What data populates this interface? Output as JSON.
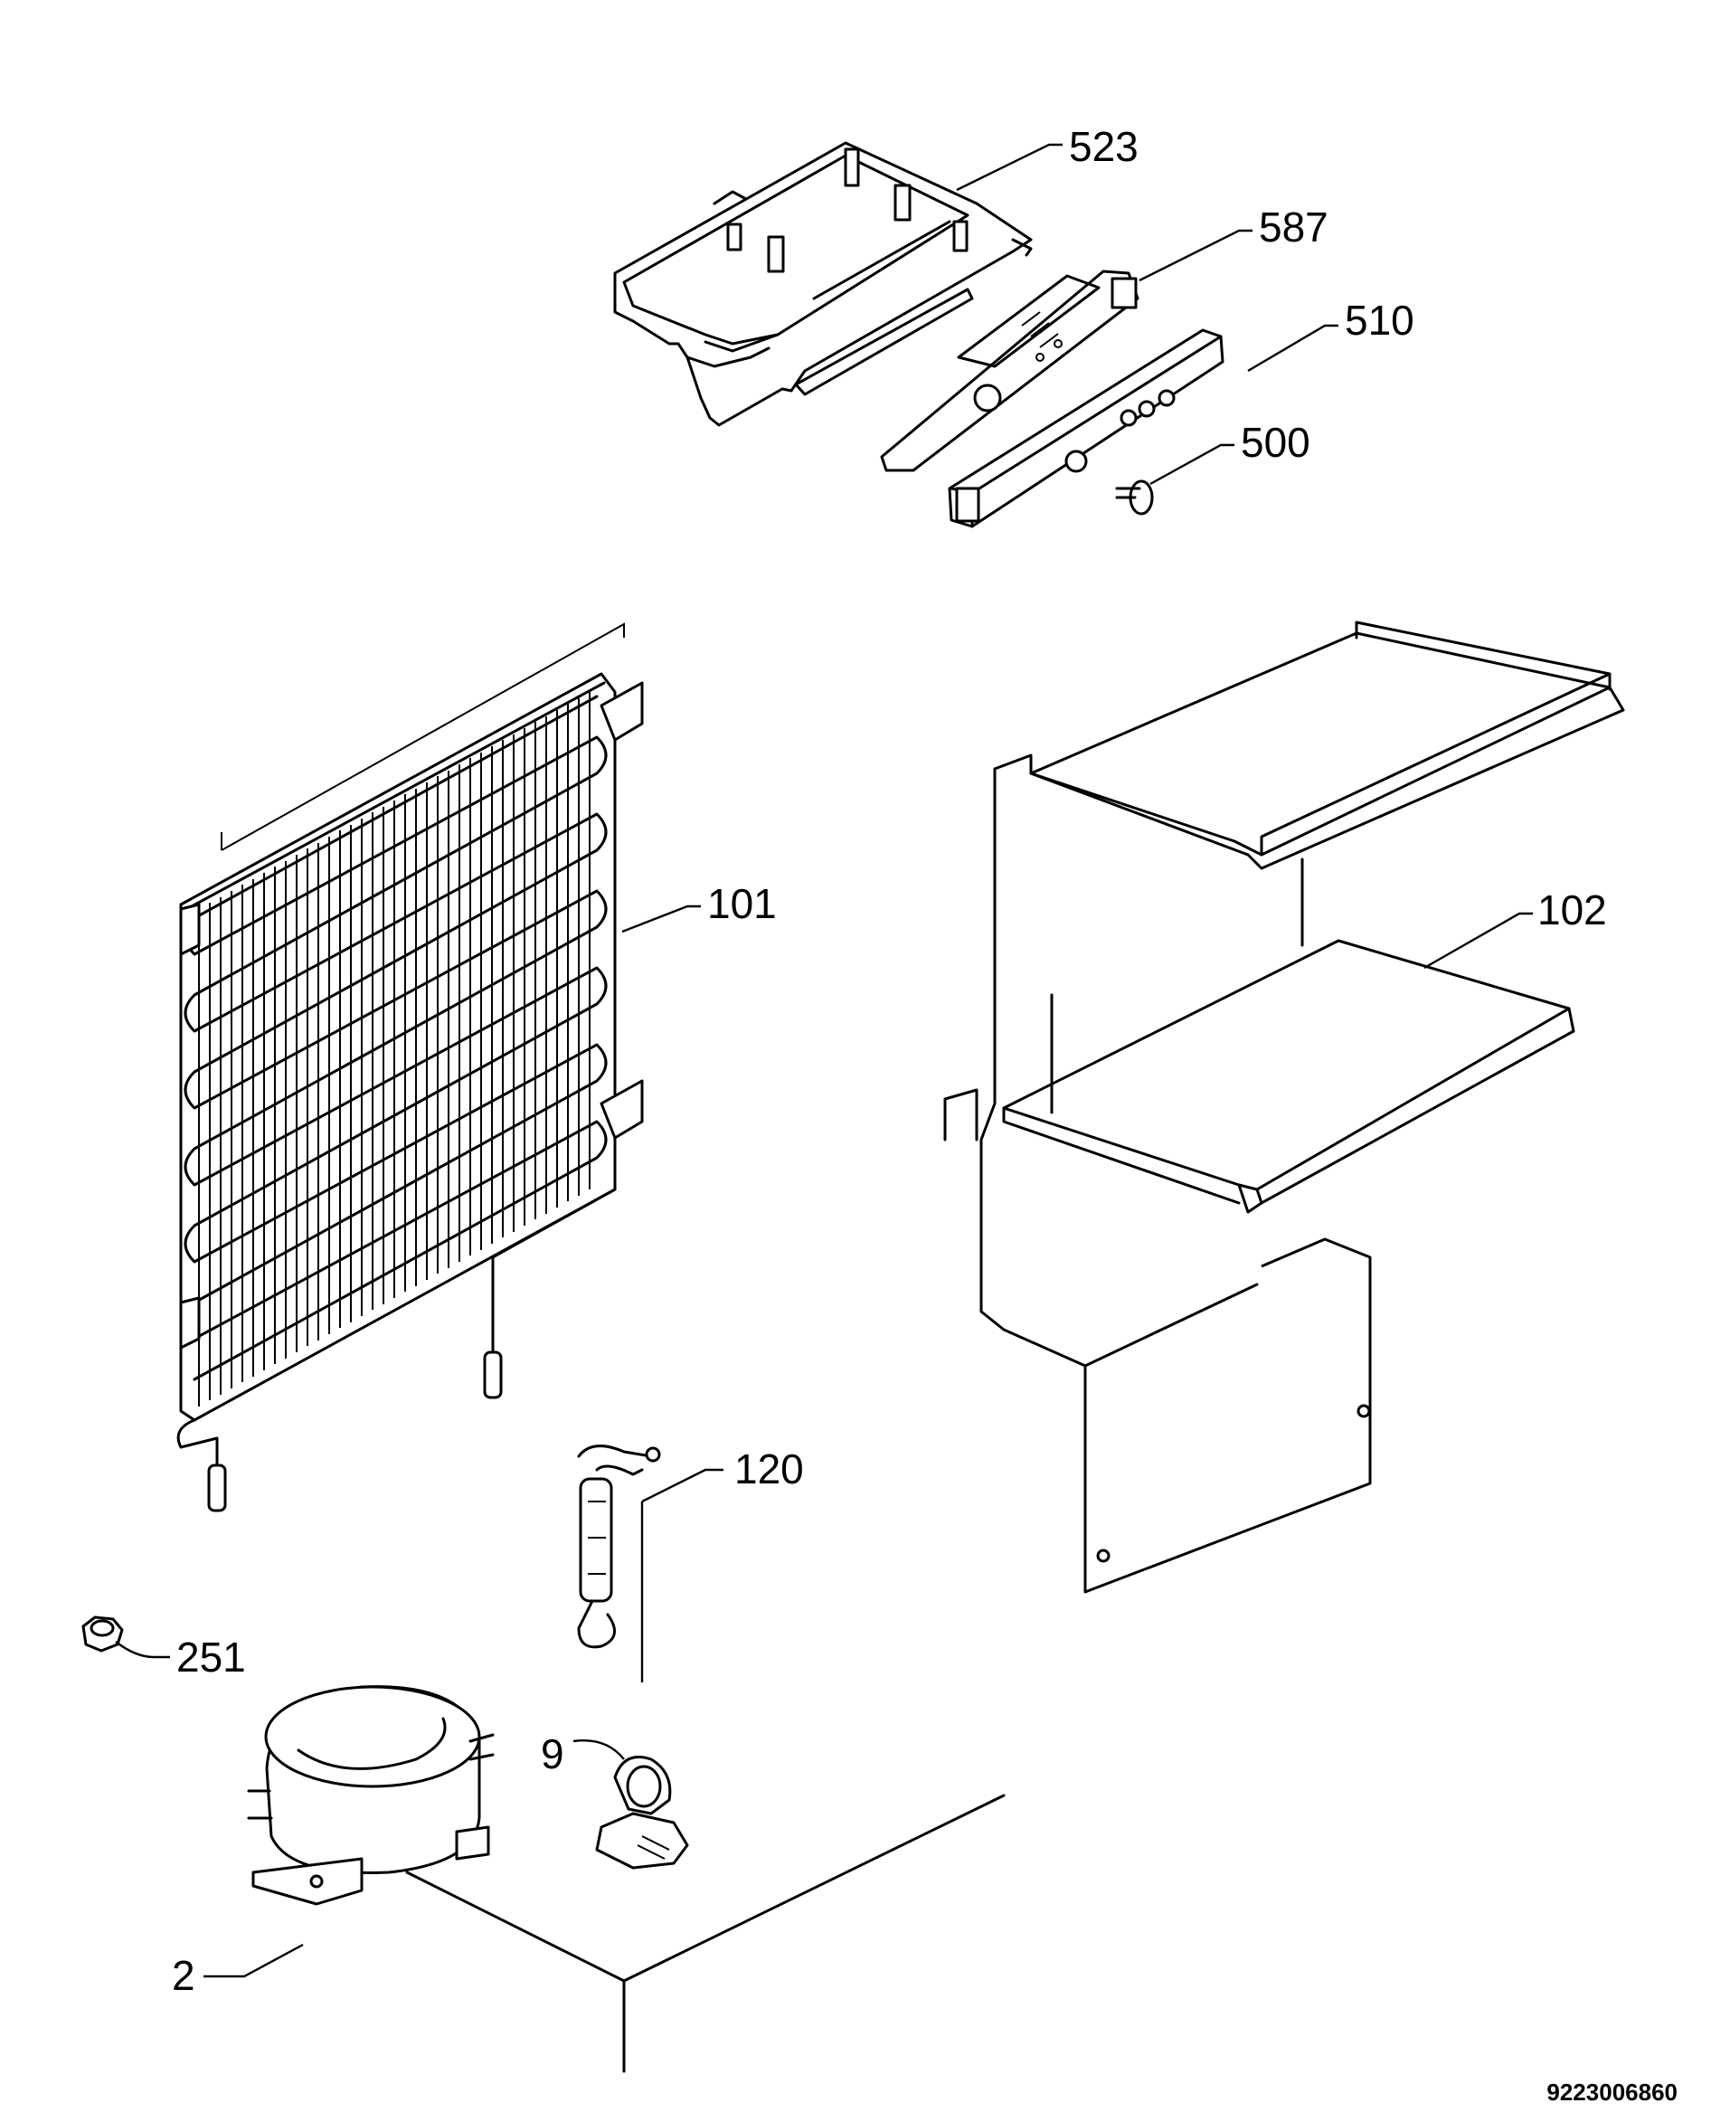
{
  "callouts": {
    "c523": "523",
    "c587": "587",
    "c510": "510",
    "c500": "500",
    "c101": "101",
    "c102": "102",
    "c120": "120",
    "c251": "251",
    "c9": "9",
    "c2": "2"
  },
  "document_number": "9223006860",
  "parts": [
    {
      "id": "523",
      "icon": "control-housing-icon"
    },
    {
      "id": "587",
      "icon": "thermostat-board-icon"
    },
    {
      "id": "510",
      "icon": "control-panel-strip-icon"
    },
    {
      "id": "500",
      "icon": "knob-icon"
    },
    {
      "id": "101",
      "icon": "condenser-coil-icon"
    },
    {
      "id": "102",
      "icon": "shelf-frame-icon"
    },
    {
      "id": "120",
      "icon": "filter-drier-icon"
    },
    {
      "id": "251",
      "icon": "nut-icon"
    },
    {
      "id": "9",
      "icon": "clamp-icon"
    },
    {
      "id": "2",
      "icon": "compressor-icon"
    }
  ]
}
